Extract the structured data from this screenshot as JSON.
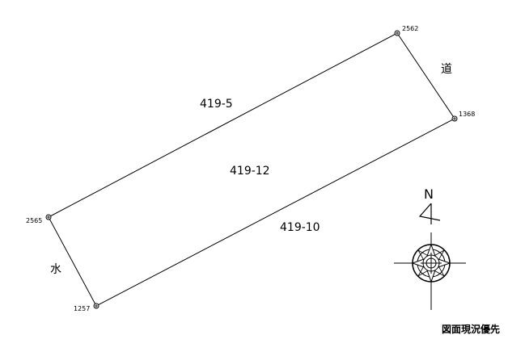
{
  "parcels": {
    "main": "419-12",
    "north_neighbor": "419-5",
    "south_neighbor": "419-10"
  },
  "adjacent": {
    "road": "道",
    "water": "水"
  },
  "points": {
    "top_right": "2562",
    "right": "1368",
    "left": "2565",
    "bottom": "1257"
  },
  "compass": {
    "north": "N"
  },
  "note": "図面現況優先",
  "colors": {
    "line": "#000000",
    "background": "#ffffff"
  }
}
